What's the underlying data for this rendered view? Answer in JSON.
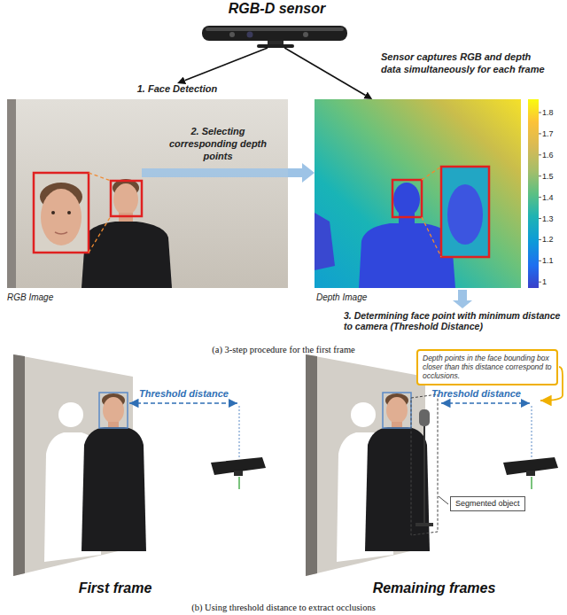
{
  "diagram": {
    "nodes": [
      {
        "text": [
          "RGB-D sensor"
        ]
      },
      {
        "text": [
          "1. Face Detection",
          "RGB Image"
        ]
      },
      {
        "text": [
          "Depth Image"
        ]
      },
      {
        "text": [
          "First frame"
        ]
      },
      {
        "text": [
          "Remaining frames"
        ]
      },
      {
        "text": [
          "Depth points in the face bounding box closer than this distance correspond to occlusions."
        ],
        "in": 4
      },
      {
        "text": [
          "Segmented object"
        ],
        "in": 4
      }
    ],
    "edges": [
      {
        "from": 0,
        "to": 1,
        "arrow": "to"
      },
      {
        "from": 0,
        "to": 2,
        "arrow": "to"
      },
      {
        "from": 1,
        "to": 2,
        "label": "2. Selecting corresponding depth points",
        "arrow": "to"
      }
    ],
    "labels": [
      "Sensor captures RGB and depth data simultaneously for each frame",
      "3. Determining face point with minimum distance to camera (Threshold Distance)",
      "(a) 3-step procedure for the first frame",
      "1.8",
      "1.7",
      "1.6",
      "1.5",
      "1.4",
      "1.3",
      "1.2",
      "1.1",
      "1",
      "Threshold distance",
      "Threshold distance",
      "(b) Using threshold distance to extract occlusions"
    ]
  }
}
